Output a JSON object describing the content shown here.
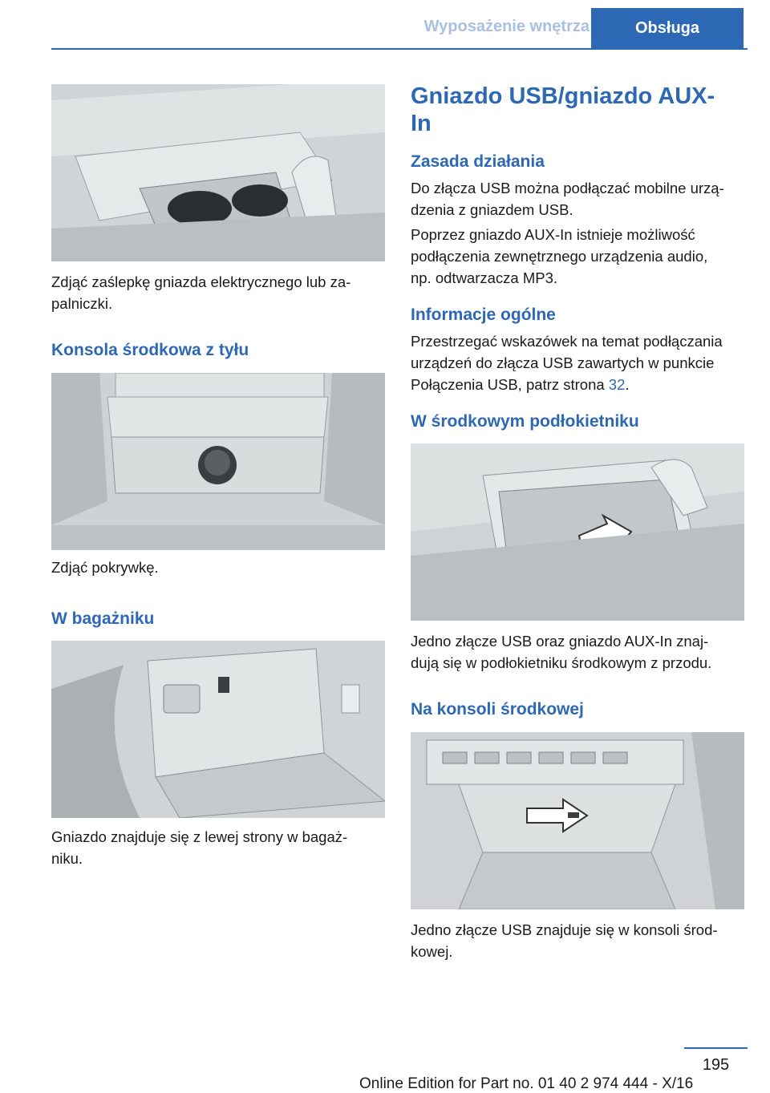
{
  "header": {
    "section": "Wyposażenie wnętrza",
    "tab": "Obsługa"
  },
  "left": {
    "caption1": "Zdjąć zaślepkę gniazda elektrycznego lub za-\npalniczki.",
    "heading1": "Konsola środkowa z tyłu",
    "caption2": "Zdjąć pokrywkę.",
    "heading2": "W bagażniku",
    "caption3": "Gniazdo znajduje się z lewej strony w bagaż-\nniku."
  },
  "right": {
    "title": "Gniazdo USB/gniazdo AUX-\nIn",
    "sub1": "Zasada działania",
    "p1": "Do złącza USB można podłączać mobilne urzą-\ndzenia z gniazdem USB.",
    "p2": "Poprzez gniazdo AUX-In istnieje możliwość\npodłączenia zewnętrznego urządzenia audio,\nnp. odtwarzacza MP3.",
    "sub2": "Informacje ogólne",
    "p3": "Przestrzegać wskazówek na temat podłączania\nurządzeń do złącza USB zawartych w punkcie\nPołączenia USB, patrz strona ",
    "p3_link": "32",
    "p3_end": ".",
    "sub3": "W środkowym podłokietniku",
    "caption4": "Jedno złącze USB oraz gniazdo AUX-In znaj-\ndują się w podłokietniku środkowym z przodu.",
    "sub4": "Na konsoli środkowej",
    "caption5": "Jedno złącze USB znajduje się w konsoli środ-\nkowej."
  },
  "footer": {
    "page": "195",
    "edition": "Online Edition for Part no. 01 40 2 974 444 - X/16"
  },
  "colors": {
    "accent": "#2d68b5",
    "header_section": "#a9c0e0"
  }
}
